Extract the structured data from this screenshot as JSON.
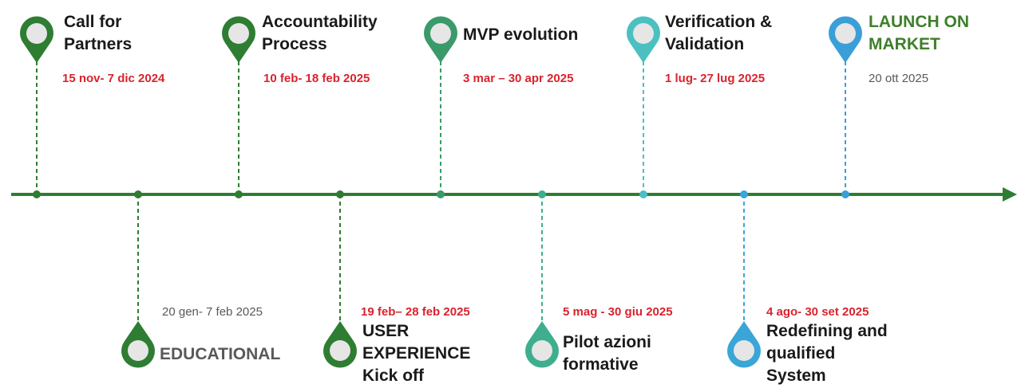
{
  "colors": {
    "axis": "#2e7d32",
    "date_red": "#d9232d",
    "date_gray": "#595959"
  },
  "milestones": [
    {
      "id": "call-for-partners",
      "label": "Call for\nPartners",
      "date": "15 nov- 7 dic 2024",
      "side": "top",
      "color": "#2e7d32",
      "icon": "location-pin-icon"
    },
    {
      "id": "educational",
      "label": "EDUCATIONAL",
      "date": "20 gen- 7 feb 2025",
      "side": "bottom",
      "color": "#2e7d32",
      "icon": "location-pin-icon"
    },
    {
      "id": "accountability-process",
      "label": "Accountability\nProcess",
      "date": "10 feb- 18 feb 2025",
      "side": "top",
      "color": "#2e7d32",
      "icon": "location-pin-icon"
    },
    {
      "id": "user-experience",
      "label": "USER\nEXPERIENCE\nKick off",
      "date": "19 feb– 28 feb 2025",
      "side": "bottom",
      "color": "#2e7d32",
      "icon": "location-pin-icon"
    },
    {
      "id": "mvp-evolution",
      "label": "MVP evolution",
      "date": "3 mar – 30 apr 2025",
      "side": "top",
      "color": "#3a9a6a",
      "icon": "location-pin-icon"
    },
    {
      "id": "pilot-azioni",
      "label": "Pilot azioni\nformative",
      "date": "5 mag - 30 giu 2025",
      "side": "bottom",
      "color": "#3fae8e",
      "icon": "location-pin-icon"
    },
    {
      "id": "verification-validation",
      "label": "Verification &\nValidation",
      "date": "1 lug- 27 lug 2025",
      "side": "top",
      "color": "#4cc0c0",
      "icon": "location-pin-icon"
    },
    {
      "id": "redefining-system",
      "label": "Redefining and\nqualified\nSystem",
      "date": "4 ago- 30 set 2025",
      "side": "bottom",
      "color": "#3aa6d8",
      "icon": "location-pin-icon"
    },
    {
      "id": "launch-on-market",
      "label": "LAUNCH ON\nMARKET",
      "date": "20 ott 2025",
      "side": "top",
      "color": "#3a9fd8",
      "icon": "location-pin-icon"
    }
  ]
}
